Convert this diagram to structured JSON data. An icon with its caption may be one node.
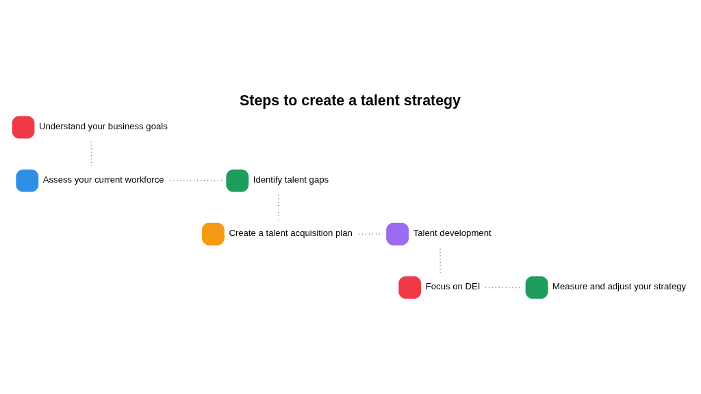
{
  "diagram": {
    "title": "Steps to create a talent strategy",
    "nodes": [
      {
        "text": [
          "Assess your current workforce"
        ]
      },
      {
        "text": [
          "Understand your business goals"
        ]
      },
      {
        "text": [
          "Identify talent gaps"
        ]
      },
      {
        "text": [
          "Create a talent acquisition plan"
        ]
      },
      {
        "text": [
          "Focus on DEI"
        ]
      },
      {
        "text": [
          "Talent development"
        ]
      },
      {
        "text": [
          "Measure and adjust your strategy"
        ]
      }
    ],
    "edges": [
      {
        "from": 1,
        "to": 0,
        "arrow": "none",
        "style": "dashed"
      },
      {
        "from": 0,
        "to": 2,
        "arrow": "none",
        "style": "dashed"
      },
      {
        "from": 2,
        "to": 3,
        "arrow": "none",
        "style": "dashed"
      },
      {
        "from": 3,
        "to": 5,
        "arrow": "none",
        "style": "dashed"
      },
      {
        "from": 5,
        "to": 4,
        "arrow": "none",
        "style": "dashed"
      },
      {
        "from": 4,
        "to": 6,
        "arrow": "none",
        "style": "dashed"
      }
    ]
  }
}
